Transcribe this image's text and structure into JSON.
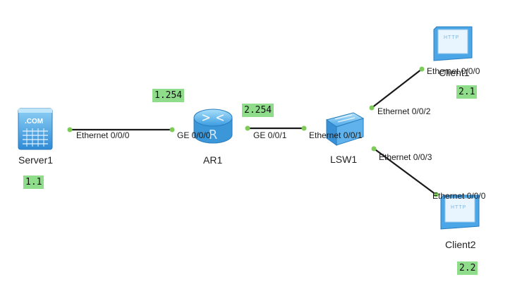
{
  "devices": {
    "server1": {
      "name": "Server1",
      "icon": "server-icon",
      "ip": "1.1",
      "badge": ".COM"
    },
    "ar1": {
      "name": "AR1",
      "icon": "router-icon",
      "ip_left": "1.254",
      "ip_right": "2.254"
    },
    "lsw1": {
      "name": "LSW1",
      "icon": "switch-icon"
    },
    "client1": {
      "name": "Client1",
      "icon": "http-client-icon",
      "ip": "2.1",
      "badge": "HTTP"
    },
    "client2": {
      "name": "Client2",
      "icon": "http-client-icon",
      "ip": "2.2",
      "badge": "HTTP"
    }
  },
  "ports": {
    "server1_eth": "Ethernet 0/0/0",
    "ar1_ge0": "GE 0/0/0",
    "ar1_ge1": "GE 0/0/1",
    "lsw1_eth1": "Ethernet 0/0/1",
    "lsw1_eth2": "Ethernet 0/0/2",
    "lsw1_eth3": "Ethernet 0/0/3",
    "client1_eth": "Ethernet 0/0/0",
    "client2_eth": "Ethernet 0/0/0"
  },
  "colors": {
    "link": "#1a1a1a",
    "port_dot": "#7ecb5a",
    "ip_tag": "#8fdc8a",
    "device_blue": "#3a9be0"
  }
}
